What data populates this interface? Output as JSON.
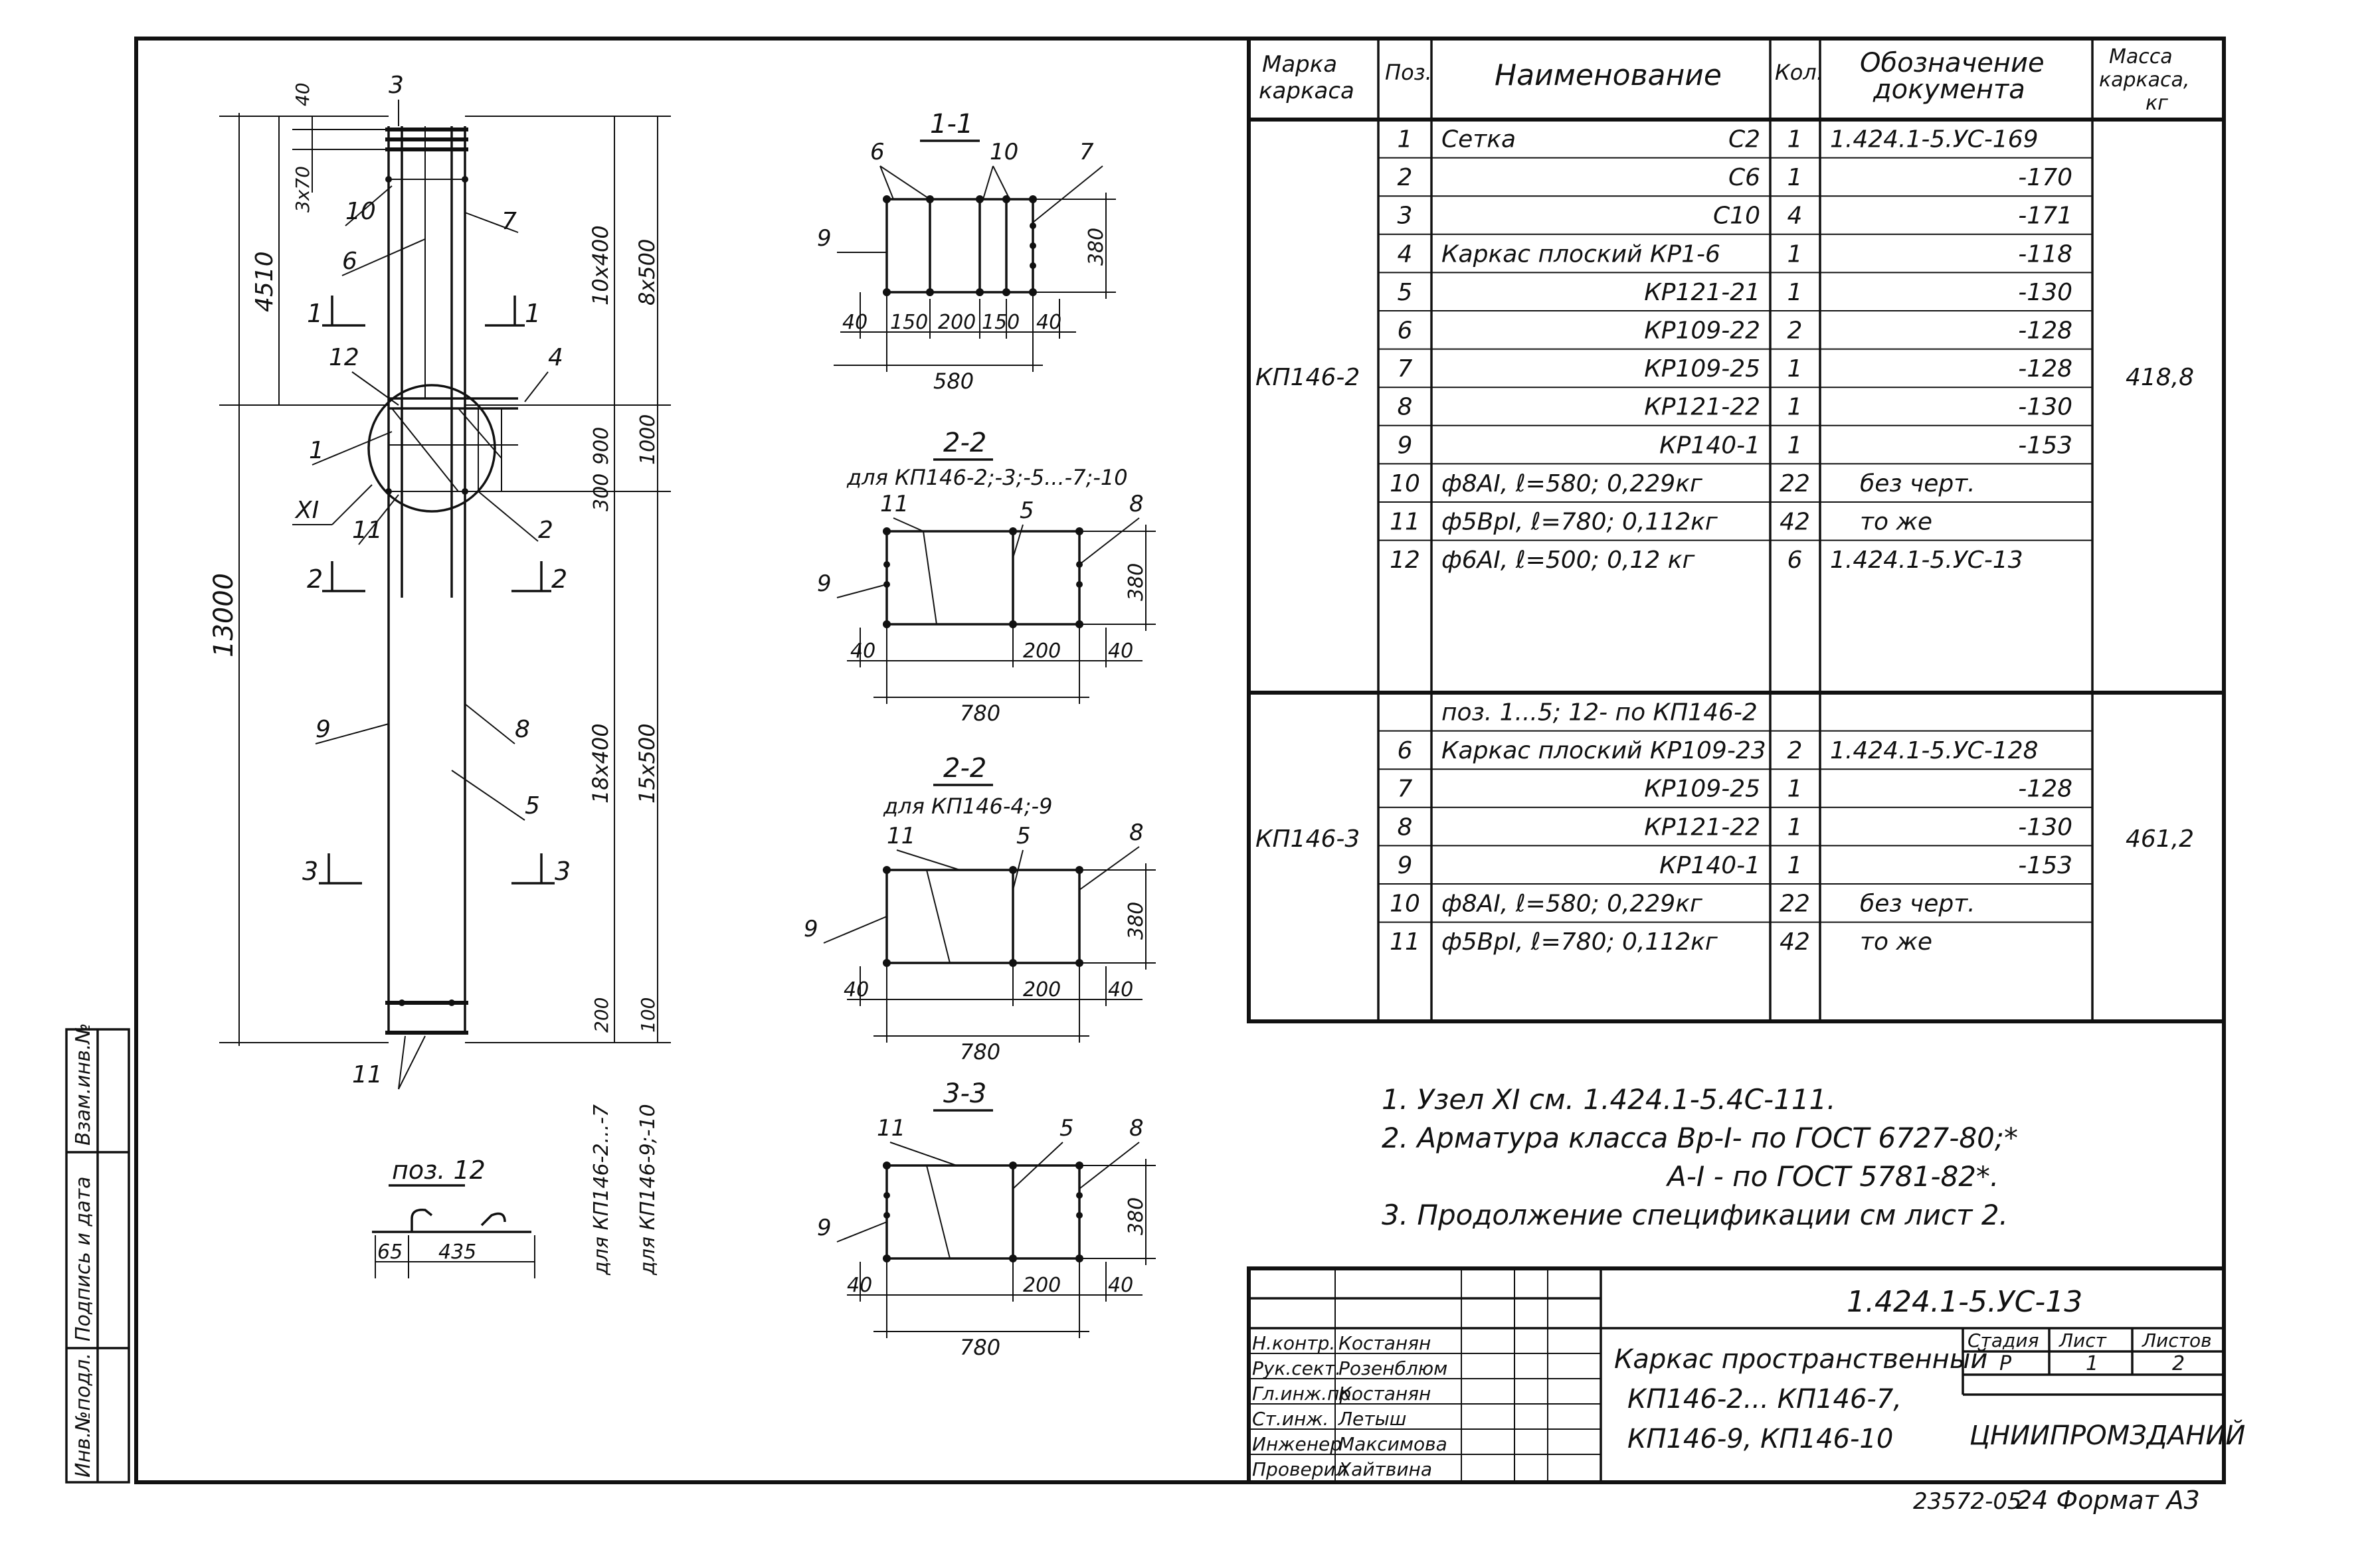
{
  "document_code": "1.424.1-5.УС-13",
  "drawing_title_lines": [
    "Каркас пространственный",
    "КП146-2... КП146-7,",
    "КП146-9,  КП146-10"
  ],
  "stage_table": {
    "headers": [
      "Стадия",
      "Лист",
      "Листов"
    ],
    "values": [
      "Р",
      "1",
      "2"
    ]
  },
  "organization": "ЦНИИПРОМЗДАНИЙ",
  "signatures": [
    {
      "role": "Н.контр.",
      "name": "Костанян"
    },
    {
      "role": "Рук.сект.",
      "name": "Розенблюм"
    },
    {
      "role": "Гл.инж.пр.",
      "name": "Костанян"
    },
    {
      "role": "Ст.инж.",
      "name": "Летыш"
    },
    {
      "role": "Инженер",
      "name": "Максимова"
    },
    {
      "role": "Проверил",
      "name": "Хайтвина"
    }
  ],
  "side_stamp": [
    "Инв.№подл.",
    "Подпись и дата",
    "Взам.инв.№"
  ],
  "footer_left": "23572-05",
  "footer_right": "24 Формат А3",
  "spec_headers": [
    "Марка каркаса",
    "Поз.",
    "Наименование",
    "Кол.",
    "Обозначение документа",
    "Масса каркаса, кг"
  ],
  "spec_groups": [
    {
      "mark": "КП146-2",
      "mass": "418,8",
      "rows": [
        {
          "pos": "1",
          "name": "Сетка",
          "name_right": "С2",
          "qty": "1",
          "doc": "1.424.1-5.УС-169"
        },
        {
          "pos": "2",
          "name": "",
          "name_right": "С6",
          "qty": "1",
          "doc": "-170"
        },
        {
          "pos": "3",
          "name": "",
          "name_right": "С10",
          "qty": "4",
          "doc": "-171"
        },
        {
          "pos": "4",
          "name": "Каркас плоский КР1-6",
          "name_right": "",
          "qty": "1",
          "doc": "-118"
        },
        {
          "pos": "5",
          "name": "",
          "name_right": "КР121-21",
          "qty": "1",
          "doc": "-130"
        },
        {
          "pos": "6",
          "name": "",
          "name_right": "КР109-22",
          "qty": "2",
          "doc": "-128"
        },
        {
          "pos": "7",
          "name": "",
          "name_right": "КР109-25",
          "qty": "1",
          "doc": "-128"
        },
        {
          "pos": "8",
          "name": "",
          "name_right": "КР121-22",
          "qty": "1",
          "doc": "-130"
        },
        {
          "pos": "9",
          "name": "",
          "name_right": "КР140-1",
          "qty": "1",
          "doc": "-153"
        },
        {
          "pos": "10",
          "name": "ф8АI, ℓ=580; 0,229кг",
          "name_right": "",
          "qty": "22",
          "doc": "без черт."
        },
        {
          "pos": "11",
          "name": "ф5ВрI, ℓ=780; 0,112кг",
          "name_right": "",
          "qty": "42",
          "doc": "то же"
        },
        {
          "pos": "12",
          "name": "ф6АI, ℓ=500; 0,12 кг",
          "name_right": "",
          "qty": "6",
          "doc": "1.424.1-5.УС-13"
        }
      ]
    },
    {
      "mark": "КП146-3",
      "mass": "461,2",
      "rows": [
        {
          "pos": "",
          "name": "поз. 1...5; 12- по КП146-2",
          "name_right": "",
          "qty": "",
          "doc": ""
        },
        {
          "pos": "6",
          "name": "Каркас плоский КР109-23",
          "name_right": "",
          "qty": "2",
          "doc": "1.424.1-5.УС-128"
        },
        {
          "pos": "7",
          "name": "",
          "name_right": "КР109-25",
          "qty": "1",
          "doc": "-128"
        },
        {
          "pos": "8",
          "name": "",
          "name_right": "КР121-22",
          "qty": "1",
          "doc": "-130"
        },
        {
          "pos": "9",
          "name": "",
          "name_right": "КР140-1",
          "qty": "1",
          "doc": "-153"
        },
        {
          "pos": "10",
          "name": "ф8АI, ℓ=580; 0,229кг",
          "name_right": "",
          "qty": "22",
          "doc": "без черт."
        },
        {
          "pos": "11",
          "name": "ф5ВрI, ℓ=780; 0,112кг",
          "name_right": "",
          "qty": "42",
          "doc": "то же"
        }
      ]
    }
  ],
  "notes": [
    "1. Узел XI см. 1.424.1-5.4С-111.",
    "2. Арматура класса Вр-I- по ГОСТ 6727-80;*",
    "А-I - по ГОСТ 5781-82*.",
    "3. Продолжение спецификации см лист 2."
  ],
  "elevation": {
    "dim_left_top": "4510",
    "dim_left_total": "13000",
    "dim_top": "40",
    "dim_3x70": "3x70",
    "dim_10x400": "10x400",
    "dim_8x500": "8x500",
    "dim_900": "900",
    "dim_1000": "1000",
    "dim_300": "300",
    "dim_18x400": "18x400",
    "dim_15x500": "15x500",
    "dim_200": "200",
    "dim_100": "100",
    "label_for_a": "для КП146-2...-7",
    "label_for_b": "для КП146-9;-10",
    "node": "XI",
    "pos_labels": [
      "3",
      "10",
      "6",
      "7",
      "12",
      "4",
      "1",
      "11",
      "2",
      "9",
      "8",
      "5",
      "11"
    ],
    "cut_labels": [
      "1",
      "1",
      "2",
      "2",
      "3",
      "3"
    ]
  },
  "pos12": {
    "title": "поз. 12",
    "dim_a": "65",
    "dim_b": "435"
  },
  "section_1_1": {
    "title": "1-1",
    "labels": [
      "6",
      "10",
      "7",
      "9"
    ],
    "dims": [
      "40",
      "150",
      "200",
      "150",
      "40"
    ],
    "total": "580",
    "height": "380"
  },
  "section_2_2a": {
    "title": "2-2",
    "subtitle": "для КП146-2;-3;-5...-7;-10",
    "labels": [
      "11",
      "5",
      "8",
      "9"
    ],
    "dims": [
      "40",
      "200",
      "40"
    ],
    "total": "780",
    "height": "380"
  },
  "section_2_2b": {
    "title": "2-2",
    "subtitle": "для КП146-4;-9",
    "labels": [
      "11",
      "5",
      "8",
      "9"
    ],
    "dims": [
      "40",
      "200",
      "40"
    ],
    "total": "780",
    "height": "380"
  },
  "section_3_3": {
    "title": "3-3",
    "labels": [
      "11",
      "5",
      "8",
      "9"
    ],
    "dims": [
      "40",
      "200",
      "40"
    ],
    "total": "780",
    "height": "380"
  }
}
